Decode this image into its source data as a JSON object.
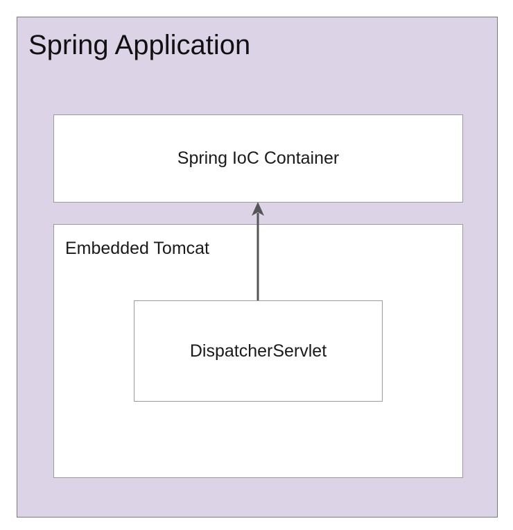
{
  "diagram": {
    "application_title": "Spring Application",
    "ioc_container_label": "Spring IoC Container",
    "tomcat_label": "Embedded Tomcat",
    "servlet_label": "DispatcherServlet",
    "colors": {
      "application_background": "#dcd3e7",
      "box_background": "#ffffff",
      "arrow": "#555555"
    },
    "connections": [
      {
        "from": "DispatcherServlet",
        "to": "Spring IoC Container"
      }
    ]
  }
}
